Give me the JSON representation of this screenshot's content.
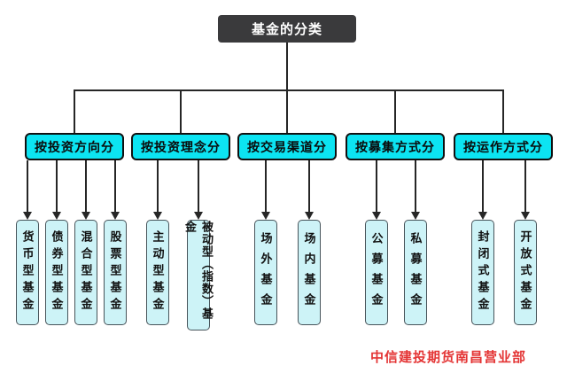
{
  "title": "基金的分类",
  "watermark": "中信建投期货南昌营业部",
  "colors": {
    "root_bg": "#3a3a3c",
    "category_bg": "#0ce4f2",
    "leaf_bg": "#cdf3f7",
    "line": "#262626",
    "watermark_red": "#e43535"
  },
  "categories": [
    {
      "label": "按投资方向分",
      "children": [
        "货币型基金",
        "债券型基金",
        "混合型基金",
        "股票型基金"
      ]
    },
    {
      "label": "按投资理念分",
      "children": [
        "主动型基金",
        "被动型（指数）基金"
      ]
    },
    {
      "label": "按交易渠道分",
      "children": [
        "场外基金",
        "场内基金"
      ]
    },
    {
      "label": "按募集方式分",
      "children": [
        "公募基金",
        "私募基金"
      ]
    },
    {
      "label": "按运作方式分",
      "children": [
        "封闭式基金",
        "开放式基金"
      ]
    }
  ]
}
